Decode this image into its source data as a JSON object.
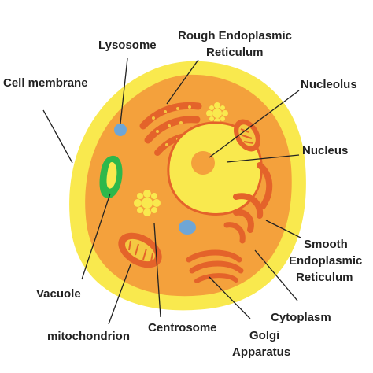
{
  "labels": {
    "lysosome": "Lysosome",
    "rough_er_line1": "Rough Endoplasmic",
    "rough_er_line2": "Reticulum",
    "cell_membrane": "Cell membrane",
    "nucleolus": "Nucleolus",
    "nucleus": "Nucleus",
    "smooth_er_line1": "Smooth",
    "smooth_er_line2": "Endoplasmic",
    "smooth_er_line3": "Reticulum",
    "vacuole": "Vacuole",
    "cytoplasm": "Cytoplasm",
    "mitochondrion": "mitochondrion",
    "centrosome": "Centrosome",
    "golgi_line1": "Golgi",
    "golgi_line2": "Apparatus"
  },
  "colors": {
    "membrane": "#F9E94E",
    "cytoplasm": "#F4A13C",
    "nucleus": "#F9E94E",
    "nucleolus": "#F4A13C",
    "organelle": "#E4632A",
    "organelle_inner": "#F4C842",
    "vacuole": "#2DB84B",
    "lysosome": "#6FA6D6",
    "centrosome": "#F9E94E",
    "leader_line": "#222222"
  }
}
